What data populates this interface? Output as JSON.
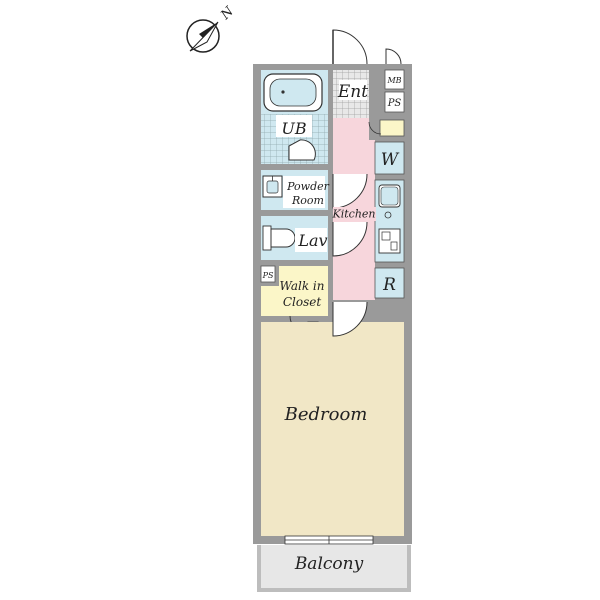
{
  "compass": {
    "north_label": "N"
  },
  "rooms": {
    "entrance": "Ent",
    "unit_bath": "UB",
    "powder_room_line1": "Powder",
    "powder_room_line2": "Room",
    "kitchen": "Kitchen",
    "lavatory": "Lav",
    "walk_in_closet_line1": "Walk in",
    "walk_in_closet_line2": "Closet",
    "bedroom": "Bedroom",
    "balcony": "Balcony",
    "washer": "W",
    "refrigerator": "R",
    "meter_box": "MB",
    "pipe_space_entrance": "PS",
    "pipe_space_closet": "PS"
  },
  "colors": {
    "wall": "#9a9a9a",
    "bath_blue": "#cfe8f0",
    "kitchen_pink": "#f7d6dc",
    "closet_yellow": "#fbf6c8",
    "bedroom_tan": "#f1e7c6",
    "balcony_gray": "#e7e7e7",
    "entrance_tile": "#e8e8e8"
  }
}
